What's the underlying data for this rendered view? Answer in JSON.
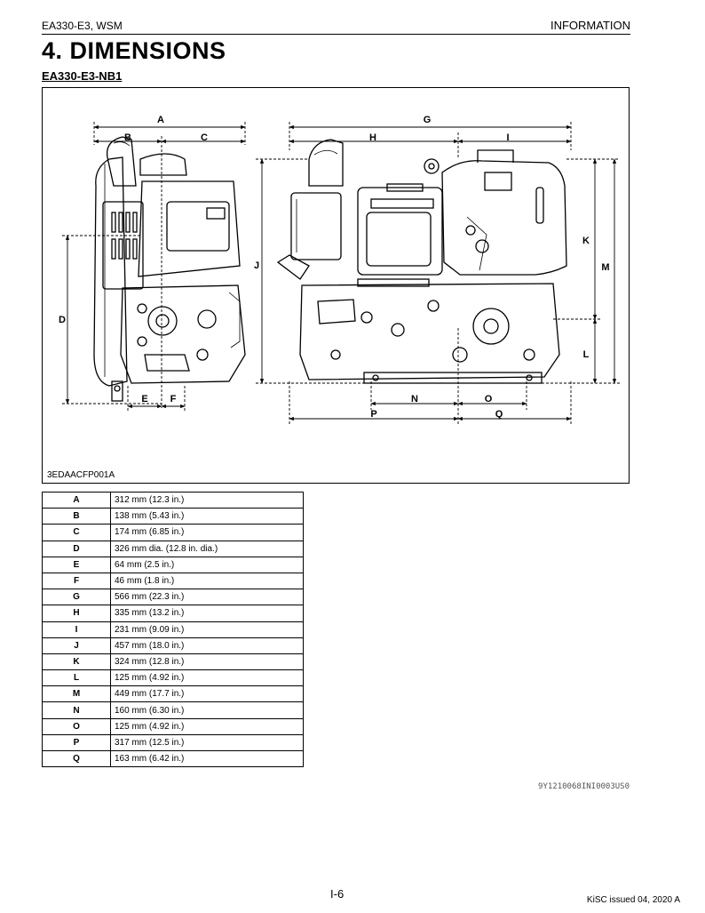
{
  "header": {
    "left": "EA330-E3, WSM",
    "right": "INFORMATION"
  },
  "title": "4.  DIMENSIONS",
  "model": "EA330-E3-NB1",
  "figure": {
    "code": "3EDAACFP001A",
    "labels": [
      "A",
      "B",
      "C",
      "D",
      "E",
      "F",
      "G",
      "H",
      "I",
      "J",
      "K",
      "L",
      "M",
      "N",
      "O",
      "P",
      "Q"
    ]
  },
  "dimensions": [
    {
      "key": "A",
      "value": "312 mm (12.3 in.)"
    },
    {
      "key": "B",
      "value": "138 mm (5.43 in.)"
    },
    {
      "key": "C",
      "value": "174 mm (6.85 in.)"
    },
    {
      "key": "D",
      "value": "326 mm dia. (12.8 in. dia.)"
    },
    {
      "key": "E",
      "value": "64 mm (2.5 in.)"
    },
    {
      "key": "F",
      "value": "46 mm (1.8 in.)"
    },
    {
      "key": "G",
      "value": "566 mm (22.3 in.)"
    },
    {
      "key": "H",
      "value": "335 mm (13.2 in.)"
    },
    {
      "key": "I",
      "value": "231 mm (9.09 in.)"
    },
    {
      "key": "J",
      "value": "457 mm (18.0 in.)"
    },
    {
      "key": "K",
      "value": "324 mm (12.8 in.)"
    },
    {
      "key": "L",
      "value": "125 mm (4.92 in.)"
    },
    {
      "key": "M",
      "value": "449 mm (17.7 in.)"
    },
    {
      "key": "N",
      "value": "160 mm (6.30 in.)"
    },
    {
      "key": "O",
      "value": "125 mm (4.92 in.)"
    },
    {
      "key": "P",
      "value": "317 mm (12.5 in.)"
    },
    {
      "key": "Q",
      "value": "163 mm (6.42 in.)"
    }
  ],
  "footer": {
    "doc_id": "9Y1210068INI0003US0",
    "page": "I-6",
    "issued": "KiSC issued 04, 2020 A"
  }
}
